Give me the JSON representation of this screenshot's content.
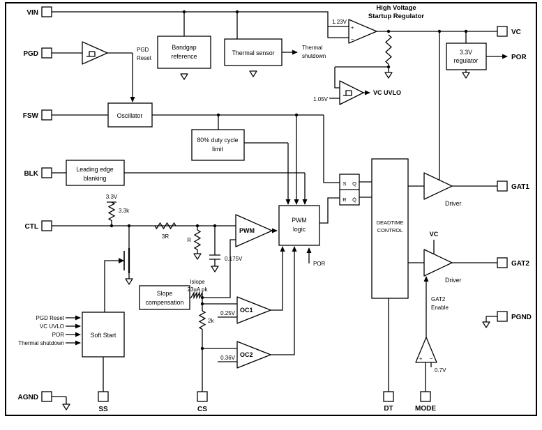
{
  "pins": {
    "vin": "VIN",
    "pgd": "PGD",
    "fsw": "FSW",
    "blk": "BLK",
    "ctl": "CTL",
    "agnd": "AGND",
    "vc": "VC",
    "por": "POR",
    "gat1": "GAT1",
    "gat2": "GAT2",
    "pgnd": "PGND",
    "ss": "SS",
    "cs": "CS",
    "dt": "DT",
    "mode": "MODE"
  },
  "title_hv": [
    "High Voltage",
    "Startup Regulator"
  ],
  "blocks": {
    "bandgap": [
      "Bandgap",
      "reference"
    ],
    "thermal_sensor": "Thermal sensor",
    "oscillator": "Oscillator",
    "duty_limit": [
      "80% duty cycle",
      "limit"
    ],
    "blanking": [
      "Leading edge",
      "blanking"
    ],
    "pwm_logic": [
      "PWM",
      "logic"
    ],
    "deadtime": [
      "DEADTIME",
      "CONTROL"
    ],
    "slope": [
      "Slope",
      "compensation"
    ],
    "soft_start": "Soft Start",
    "regulator_3v3": [
      "3.3V",
      "regulator"
    ]
  },
  "comparators": {
    "pwm": "PWM",
    "oc1": "OC1",
    "oc2": "OC2",
    "driver1": "Driver",
    "driver2": "Driver"
  },
  "latch": {
    "s": "S",
    "r": "R",
    "q": "Q",
    "qb": "Q̄"
  },
  "labels": {
    "v1_23": "1.23V",
    "v1_05": "1.05V",
    "vc_uvlo": "VC UVLO",
    "thermal_shutdown": [
      "Thermal",
      "shutdown"
    ],
    "pgd_reset": [
      "PGD",
      "Reset"
    ],
    "v3_3": "3.3V",
    "r3_3k": "3.3k",
    "r3r": "3R",
    "r": "R",
    "c0_175": "0.175V",
    "islope": [
      "Islope",
      "23uA pk"
    ],
    "r2k": "2k",
    "v0_25": "0.25V",
    "v0_36": "0.36V",
    "por": "POR",
    "vc": "VC",
    "gat2_enable": [
      "GAT2",
      "Enable"
    ],
    "v0_7": "0.7V",
    "plus": "+",
    "minus": "−",
    "ss_inputs": [
      "PGD Reset",
      "VC UVLO",
      "POR",
      "Thermal shutdown"
    ]
  }
}
